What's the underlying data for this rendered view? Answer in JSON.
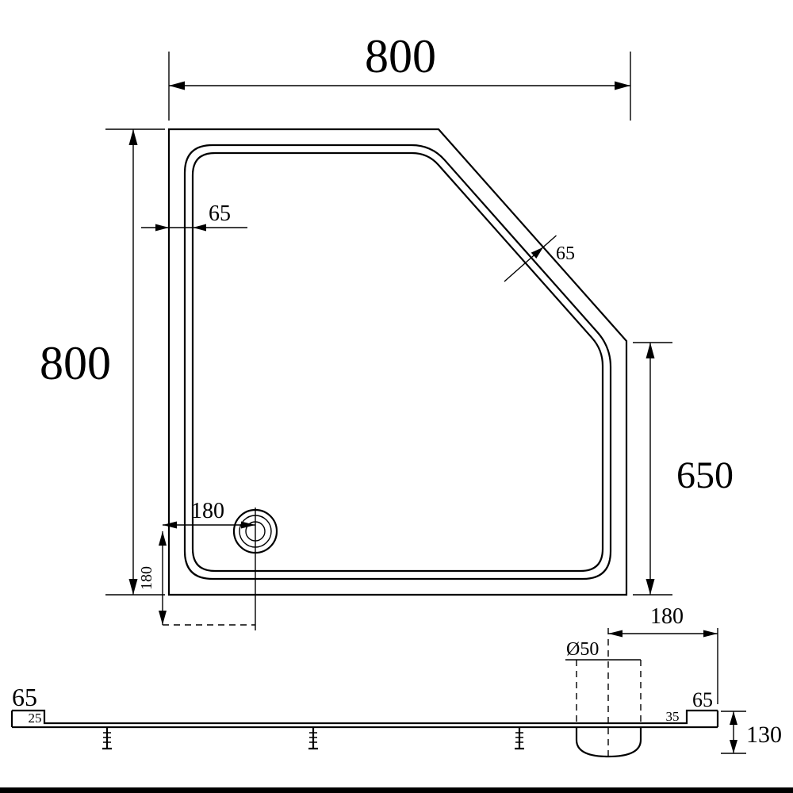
{
  "page": {
    "background": "#ffffff",
    "line_color": "#000000"
  },
  "top_view": {
    "width_label": "800",
    "height_label": "800",
    "rim_left_label": "65",
    "rim_chamfer_label": "65",
    "right_side_label": "650",
    "drain_offset_h_label": "180",
    "drain_offset_v_label": "180"
  },
  "section_view": {
    "left_height_label": "65",
    "left_lip_label": "25",
    "right_lip_label": "35",
    "right_height_label": "65",
    "overall_height_label": "130",
    "drain_diameter_label": "Ø50",
    "drain_edge_offset_label": "180"
  }
}
